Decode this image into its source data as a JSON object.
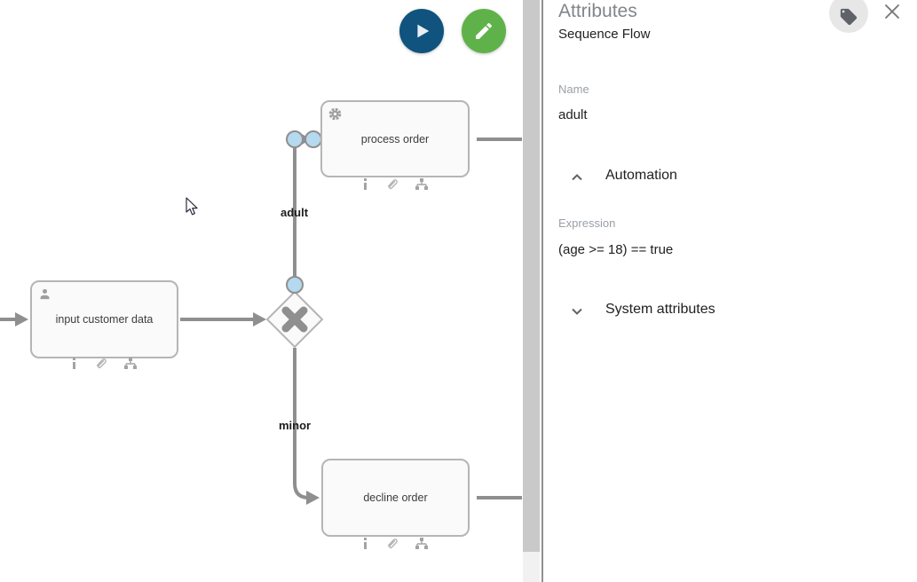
{
  "toolbar": {
    "play_icon": "play-icon",
    "edit_icon": "pencil-icon"
  },
  "canvas": {
    "tasks": [
      {
        "label": "input customer data",
        "corner_icon": "user-icon"
      },
      {
        "label": "process order",
        "corner_icon": "gear-icon"
      },
      {
        "label": "decline order",
        "corner_icon": ""
      }
    ],
    "flows": [
      {
        "label": "adult",
        "selected": true
      },
      {
        "label": "minor",
        "selected": false
      }
    ],
    "badge_icons": [
      "info-icon",
      "attachment-icon",
      "hierarchy-icon"
    ]
  },
  "panel": {
    "title": "Attributes",
    "subtitle": "Sequence Flow",
    "name_field": {
      "label": "Name",
      "value": "adult"
    },
    "automation_section": {
      "label": "Automation",
      "state": "expanded"
    },
    "expression_field": {
      "label": "Expression",
      "value": "(age >= 18) == true"
    },
    "system_section": {
      "label": "System attributes",
      "state": "collapsed"
    },
    "icons": {
      "tag": "tag-icon",
      "close": "close-icon"
    }
  },
  "colors": {
    "play_button": "#0f537e",
    "edit_button": "#5fb249",
    "selection_handle_fill": "#b5d9ee",
    "flow_line": "#8f8f8f",
    "shape_border": "#b5b5b5",
    "panel_label_gray": "#9aa0a6",
    "panel_text_dark": "#202124"
  }
}
